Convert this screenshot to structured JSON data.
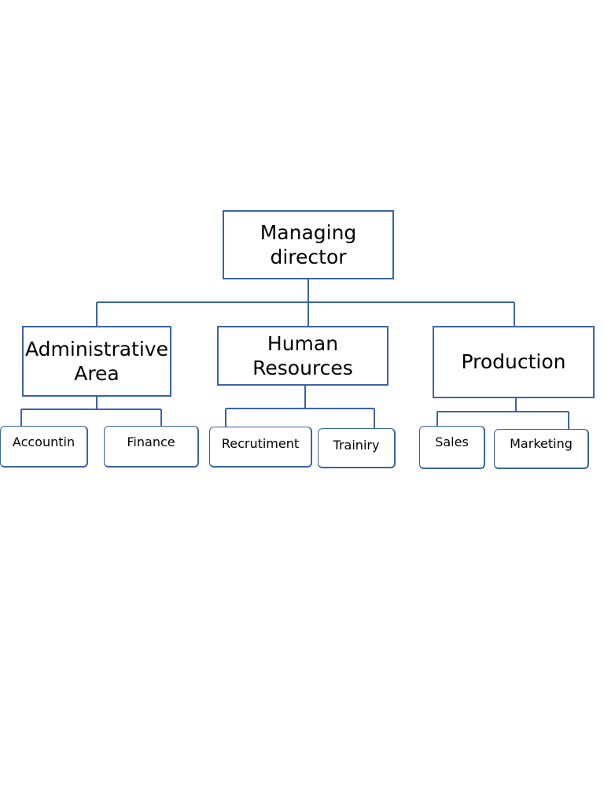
{
  "colors": {
    "line": "#3a64a8",
    "box_border": "#3a64a8",
    "background": "#ffffff"
  },
  "root": {
    "label": "Managing\ndirector"
  },
  "departments": [
    {
      "label": "Administrative\nArea",
      "children": [
        {
          "label": "Accountin"
        },
        {
          "label": "Finance"
        }
      ]
    },
    {
      "label": "Human\nResources",
      "children": [
        {
          "label": "Recrutiment"
        },
        {
          "label": "Trainiry"
        }
      ]
    },
    {
      "label": "Production",
      "children": [
        {
          "label": "Sales"
        },
        {
          "label": "Marketing"
        }
      ]
    }
  ]
}
